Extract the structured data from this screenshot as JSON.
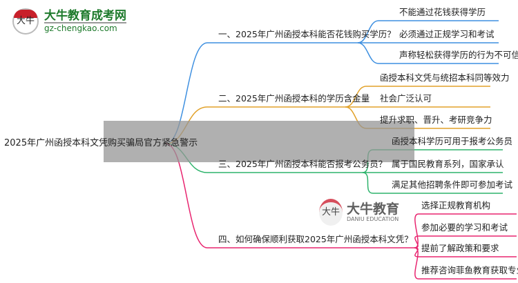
{
  "logo": {
    "name": "大牛教育成考网",
    "url": "gz-chengkao.com",
    "mark": "大牛"
  },
  "root": "2025年广州函授本科文凭购买骗局官方紧急警示",
  "colors": [
    "#3d8fe0",
    "#e2a128",
    "#2db36b",
    "#e8246f"
  ],
  "branches": [
    {
      "title": "一、2025年广州函授本科能否花钱购买学历？",
      "leaves": [
        "不能通过花钱获得学历",
        "必须通过正规学习和考试",
        "声称轻松获得学历的行为不可信"
      ]
    },
    {
      "title": "二、2025年广州函授本科的学历含金量",
      "leaves": [
        "函授本科文凭与统招本科同等效力",
        "社会广泛认可",
        "提升求职、晋升、考研竞争力"
      ]
    },
    {
      "title": "三、2025年广州函授本科能否报考公务员？",
      "leaves": [
        "函授本科学历可用于报考公务员",
        "属于国民教育系列，国家承认",
        "满足其他招聘条件即可参加考试"
      ]
    },
    {
      "title": "四、如何确保顺利获取2025年广州函授本科文凭？",
      "leaves": [
        "选择正规教育机构",
        "参加必要的学习和考试",
        "提前了解政策和要求",
        "推荐咨询菲鱼教育获取专业指导"
      ]
    }
  ],
  "watermark": {
    "name": "大牛教育",
    "en": "DANIU EDUCATION",
    "mark": "大牛"
  }
}
